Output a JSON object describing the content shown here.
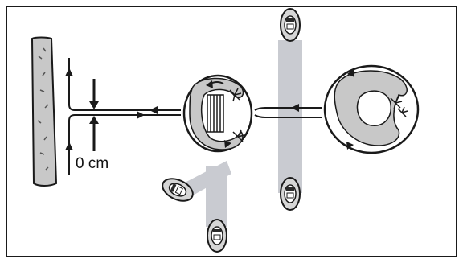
{
  "diagram": {
    "guide_distance_label": "0 cm",
    "colors": {
      "frame": "#1a1a1a",
      "wire": "#1a1a1a",
      "island_fill": "#ffffff",
      "rock_fill": "#c8c8c8",
      "beam": "#c9cbd1",
      "mower_body": "#d6d6d6",
      "mower_dark": "#2a2a2a"
    },
    "icons": [
      "boundary-wire",
      "guide-wire",
      "rock-garden",
      "park-bench",
      "palm-plant",
      "wall",
      "robotic-mower",
      "direction-arrow"
    ]
  }
}
